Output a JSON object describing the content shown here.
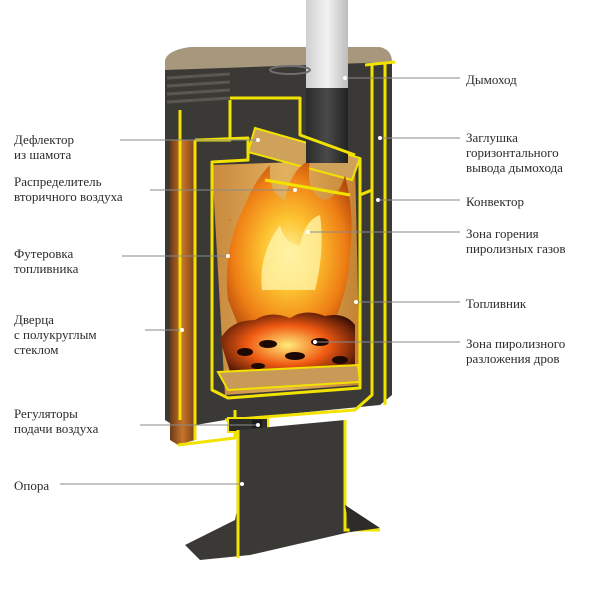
{
  "labels": {
    "deflector": [
      "Дефлектор",
      "из шамота"
    ],
    "distributor": [
      "Распределитель",
      "вторичного воздуха"
    ],
    "lining": [
      "Футеровка",
      "топливника"
    ],
    "door": [
      "Дверца",
      "с полукруглым",
      "стеклом"
    ],
    "regulators": [
      "Регуляторы",
      "подачи воздуха"
    ],
    "support": [
      "Опора"
    ],
    "chimney": [
      "Дымоход"
    ],
    "plug": [
      "Заглушка",
      "горизонтального",
      "вывода дымохода"
    ],
    "convector": [
      "Конвектор"
    ],
    "gas_zone": [
      "Зона горения",
      "пиролизных газов"
    ],
    "firebox": [
      "Топливник"
    ],
    "pyro_zone": [
      "Зона пиролизного",
      "разложения дров"
    ]
  },
  "colors": {
    "body": "#3b3936",
    "yellow_outline": "#f2e200",
    "fire": "#f39a1a",
    "lining": "#d19a4b",
    "leader_line": "#8a8a8a",
    "text": "#2b2b2b"
  }
}
